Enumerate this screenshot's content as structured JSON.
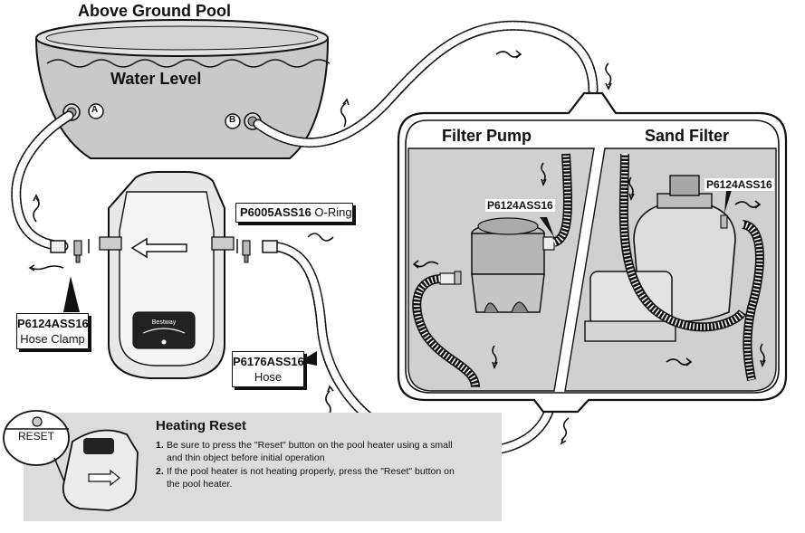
{
  "diagram": {
    "title": "Above Ground Pool",
    "water_label": "Water Level",
    "inlet_a": "A",
    "inlet_b": "B",
    "filter_pump_label": "Filter Pump",
    "sand_filter_label": "Sand Filter",
    "filter_pump_part": "P6124ASS16",
    "sand_filter_part": "P6124ASS16",
    "heater_brand": "Bestway",
    "oring": {
      "code": "P6005ASS16",
      "name": "O-Ring"
    },
    "hose_clamp": {
      "code": "P6124ASS16",
      "name": "Hose Clamp"
    },
    "hose": {
      "code": "P6176ASS16",
      "name": "Hose"
    }
  },
  "reset": {
    "button_label": "RESET",
    "title": "Heating Reset",
    "steps": [
      {
        "num": "1.",
        "text": "Be sure to press the \"Reset\" button on the pool heater using a small and thin object before initial operation"
      },
      {
        "num": "2.",
        "text": "If the pool heater is not heating properly, press the \"Reset\" button on the pool heater."
      }
    ]
  },
  "colors": {
    "pool_fill": "#c9c9c9",
    "panel_fill": "#d0d0d0",
    "reset_panel": "#dcdcdc",
    "outline": "#111111"
  },
  "icons": [
    "flow-arrow-icon",
    "hose-clamp-icon",
    "o-ring-icon",
    "reset-button-icon"
  ]
}
